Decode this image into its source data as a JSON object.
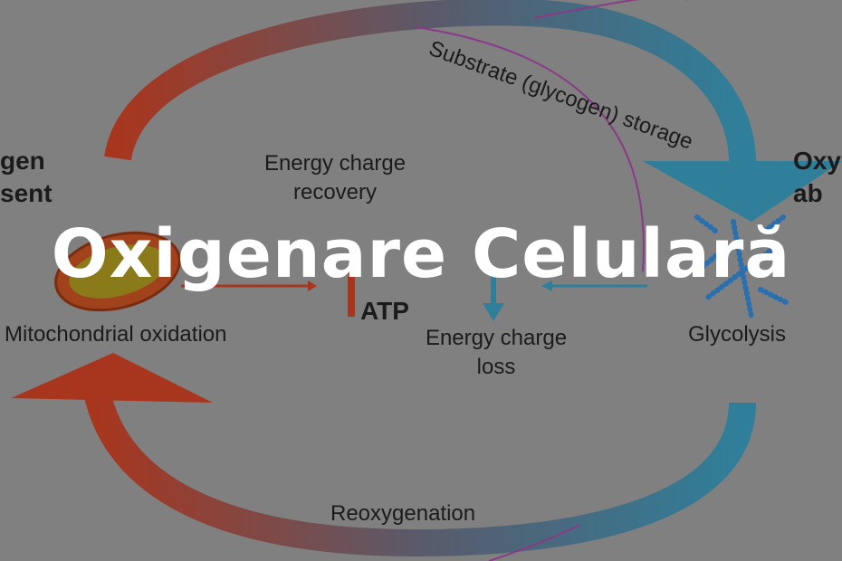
{
  "title": "Oxigenare Celulară",
  "diagram": {
    "left_state": "gen\nsent",
    "right_state": "Oxy\nab",
    "mitochondrial": "Mitochondrial oxidation",
    "glycolysis": "Glycolysis",
    "energy_recovery": "Energy charge\nrecovery",
    "atp": "ATP",
    "energy_loss": "Energy charge\nloss",
    "substrate": "Substrate (glycogen) storage",
    "reoxygenation": "Reoxygenation"
  },
  "colors": {
    "red": "#a8361e",
    "blue": "#2f7f9a",
    "purple": "#8a3a86",
    "background": "#808080"
  }
}
